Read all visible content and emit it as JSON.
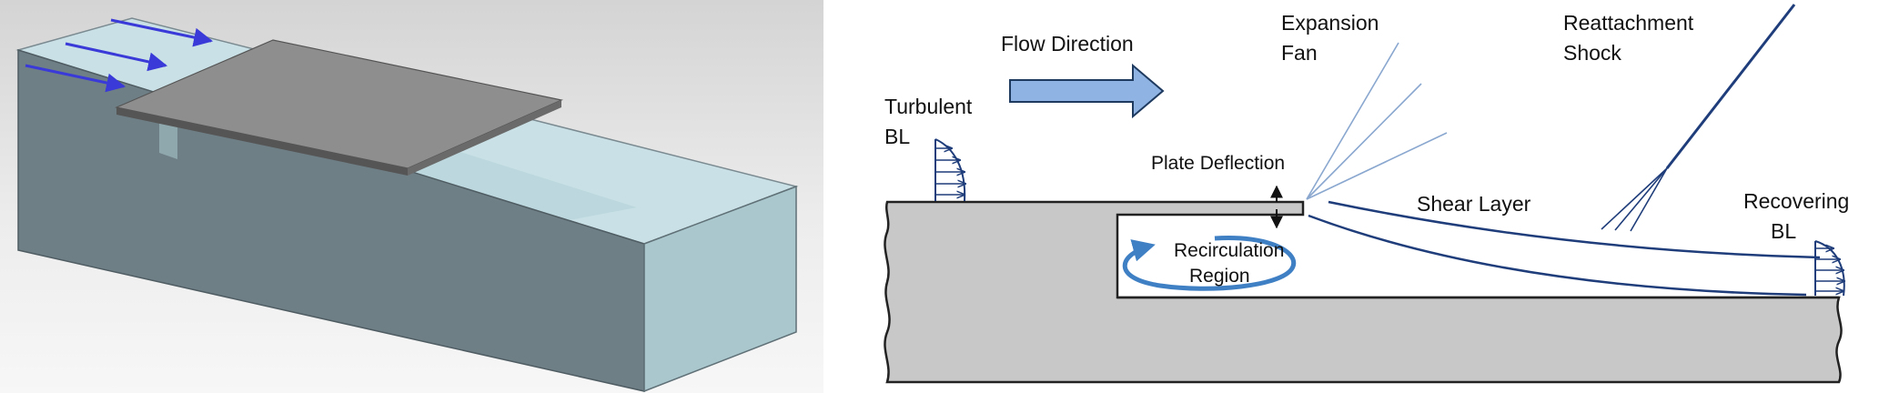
{
  "labels": {
    "flow_direction": "Flow Direction",
    "expansion_fan_1": "Expansion",
    "expansion_fan_2": "Fan",
    "reattachment_shock_1": "Reattachment",
    "reattachment_shock_2": "Shock",
    "turbulent_bl_1": "Turbulent",
    "turbulent_bl_2": "BL",
    "plate_deflection": "Plate Deflection",
    "shear_layer": "Shear Layer",
    "recovering_bl_1": "Recovering",
    "recovering_bl_2": "BL",
    "recirculation_region_1": "Recirculation",
    "recirculation_region_2": "Region"
  },
  "colors": {
    "flow_arrow_fill": "#8fb4e3",
    "flow_arrow_stroke": "#1f3a5f",
    "diagram_blue": "#1f3d7a",
    "fan_line": "#8aa7cf",
    "recirculation_arrow": "#3f7fc4",
    "solid_gray": "#c8c8c8",
    "model_side_dark": "#6f7f86",
    "model_top_light": "#c9e1e6",
    "plate_top": "#8e8e8e",
    "plate_edge": "#5a5a5a",
    "incoming_flow_arrows": "#3a3ad8"
  }
}
